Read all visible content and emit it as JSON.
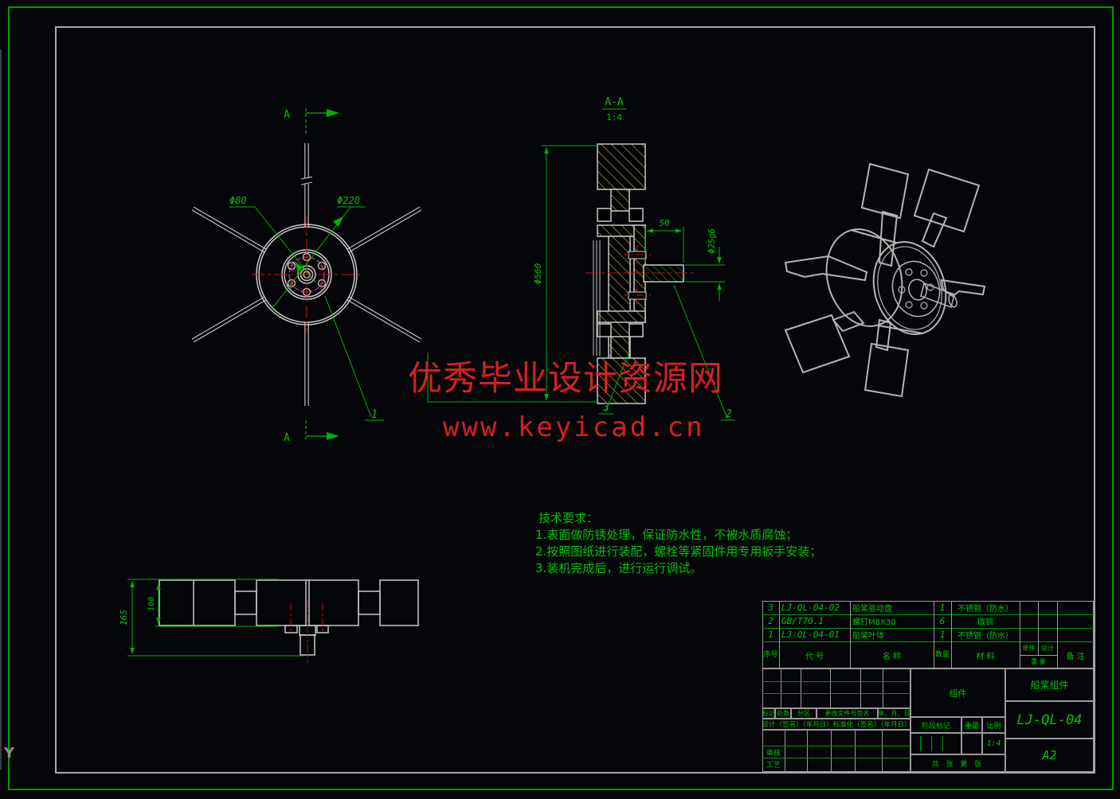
{
  "frame": {
    "ucs_y": "Y"
  },
  "watermark": {
    "line1": "优秀毕业设计资源网",
    "line2": "www.keyicad.cn"
  },
  "front_view": {
    "dim_hub": "Φ80",
    "dim_outer": "Φ220",
    "section_a_top": "A",
    "section_a_bottom": "A",
    "balloon_1": "1"
  },
  "section_view": {
    "title": "A-A",
    "scale": "1:4",
    "dim_dia": "Φ560",
    "dim_len": "50",
    "dim_shaft": "Φ25g6",
    "balloon_3": "3",
    "balloon_2": "2"
  },
  "side_view": {
    "dim_total": "165",
    "dim_plate": "100"
  },
  "tech_req": {
    "title": "技术要求：",
    "line1": "1.表面做防锈处理，保证防水性，不被水质腐蚀；",
    "line2": "2.按照图纸进行装配，螺栓等紧固件用专用扳手安装；",
    "line3": "3.装机完成后，进行运行调试。"
  },
  "parts_table": {
    "headers": {
      "no": "序号",
      "code": "代 号",
      "name": "名 称",
      "qty": "数量",
      "material": "材 料",
      "unit": "单件",
      "total": "总计",
      "weight": "重 量",
      "remark": "备 注"
    },
    "rows": [
      {
        "no": "3",
        "code": "LJ-QL-04-02",
        "name": "船桨驱动盘",
        "qty": "1",
        "material": "不锈钢（防水）"
      },
      {
        "no": "2",
        "code": "GB/T70.1",
        "name": "螺钉M8X30",
        "qty": "6",
        "material": "碳钢"
      },
      {
        "no": "1",
        "code": "LJ-QL-04-01",
        "name": "船桨叶体",
        "qty": "1",
        "material": "不锈钢（防水）"
      }
    ]
  },
  "title_block": {
    "component": "组件",
    "title": "船桨组件",
    "drawing_no": "LJ-QL-04",
    "size": "A2",
    "stage_mark": "阶段标记",
    "weight_label": "重量",
    "scale_label": "比例",
    "scale_value": "1:4",
    "sheets": "共 张 第 张",
    "mark_row": [
      "标记",
      "处数",
      "分区",
      "更改文件号签名",
      "年、月、日"
    ],
    "design_row": "设计（签名）（年月日）标准化（签名）（年月日）",
    "audit": "审核",
    "craft": "工艺"
  }
}
